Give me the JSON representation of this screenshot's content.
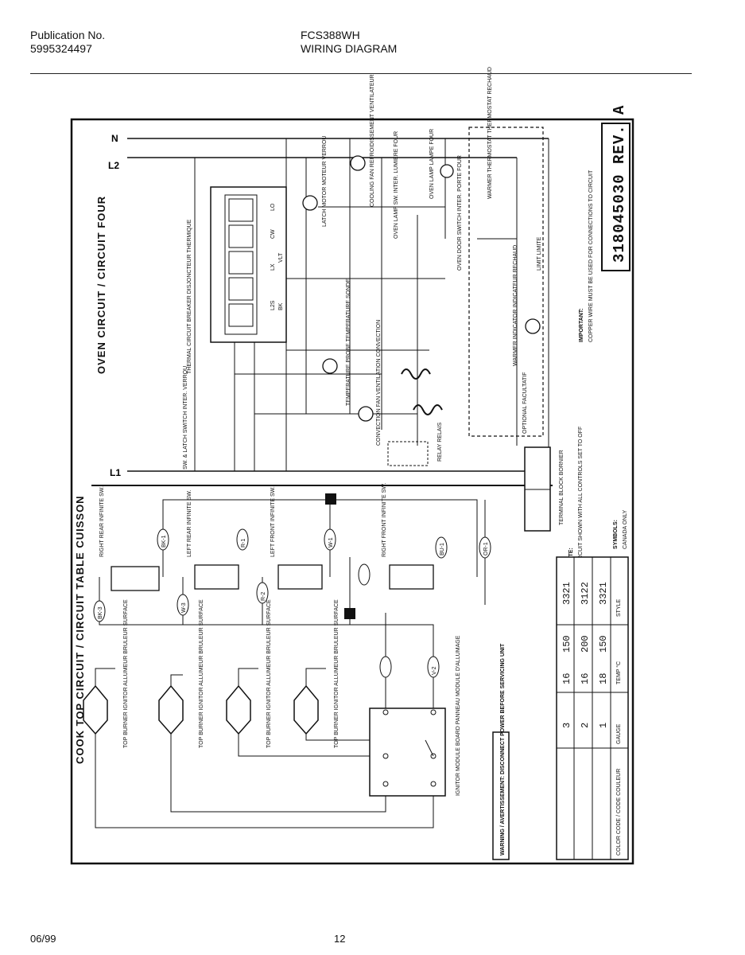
{
  "header": {
    "publication_label": "Publication No.",
    "publication_number": "5995324497",
    "model": "FCS388WH",
    "doc_title": "WIRING DIAGRAM"
  },
  "footer": {
    "date": "06/99",
    "page_number": "12"
  },
  "diagram": {
    "oven_section_title": "OVEN CIRCUIT / CIRCUIT FOUR",
    "cooktop_section_title": "COOK TOP CIRCUIT / CIRCUIT TABLE CUISSON",
    "revision": "318045030 REV. A",
    "line_labels": {
      "n": "N",
      "l2": "L2",
      "l1": "L1"
    },
    "components": {
      "latch_switch": "SW. & LATCH SWITCH INTER. VERROU",
      "thermal_breaker": "THERMAL CIRCUIT BREAKER DISJONCTEUR THERMIQUE",
      "temp_probe": "TEMPERATURE PROBE TEMPERATURE SONDE",
      "convection_fan": "CONVECTION FAN VENTILATION CONVECTION",
      "latch_motor": "LATCH MOTOR MOTEUR VERROU",
      "cooling_fan": "COOLING FAN REFROIDISSEMENT VENTILATEUR",
      "oven_lamp_sw": "OVEN LAMP SW. INTER. LUMIERE FOUR",
      "oven_lamp": "OVEN LAMP LAMPE FOUR",
      "door_switch": "OVEN DOOR SWITCH INTER. PORTE FOUR",
      "warmer_indicator": "WARMER INDICATOR INDICATEUR RECHAUD",
      "limit": "LIMIT LIMITE",
      "warmer_thermostat": "WARMER THERMOSTAT THERMOSTAT RECHAUD",
      "optional": "OPTIONAL FACULTATIF",
      "relay": "RELAY RELAIS",
      "terminal_block": "TERMINAL BLOCK BORNIER",
      "rear_right": "RIGHT REAR INFINITE SW.",
      "rear_left": "LEFT REAR INFINITE SW.",
      "front_left": "LEFT FRONT INFINITE SW.",
      "front_right": "RIGHT FRONT INFINITE SW.",
      "ignitor": "TOP BURNER IGNITOR ALLUMEUR BRULEUR SURFACE",
      "ignitor_module": "IGNITOR MODULE BOARD PANNEAU MODULE D'ALLUMAGE"
    },
    "control_labels": [
      "L2S",
      "LX",
      "CW",
      "LO",
      "BK",
      "VLT"
    ],
    "wire_tags": {
      "bk": "BK-1",
      "rd": "R-1",
      "wh": "W-1",
      "bl": "BU-1",
      "or": "OR-1",
      "bk3": "BK-3",
      "wh3": "W-3",
      "rd2": "R-2",
      "v2": "V-2"
    },
    "notes": {
      "note_heading": "NOTE:",
      "note_body": "CIRCUIT SHOWN WITH ALL CONTROLS SET TO OFF",
      "important_heading": "IMPORTANT:",
      "important_body": "COPPER WIRE MUST BE USED FOR CONNECTIONS TO CIRCUIT",
      "symbols_heading": "SYMBOLS:",
      "symbols_body": "CANADA ONLY"
    },
    "warning": "WARNING / AVERTISSEMENT: DISCONNECT POWER BEFORE SERVICING UNIT",
    "wire_table": {
      "headers": [
        "COLOR CODE / CODE COULEUR",
        "GAUGE",
        "TEMP °C",
        "STYLE"
      ],
      "rows": [
        [
          "3",
          "16",
          "150",
          "3321"
        ],
        [
          "2",
          "16",
          "200",
          "3122"
        ],
        [
          "1",
          "18",
          "150",
          "3321"
        ]
      ]
    }
  }
}
